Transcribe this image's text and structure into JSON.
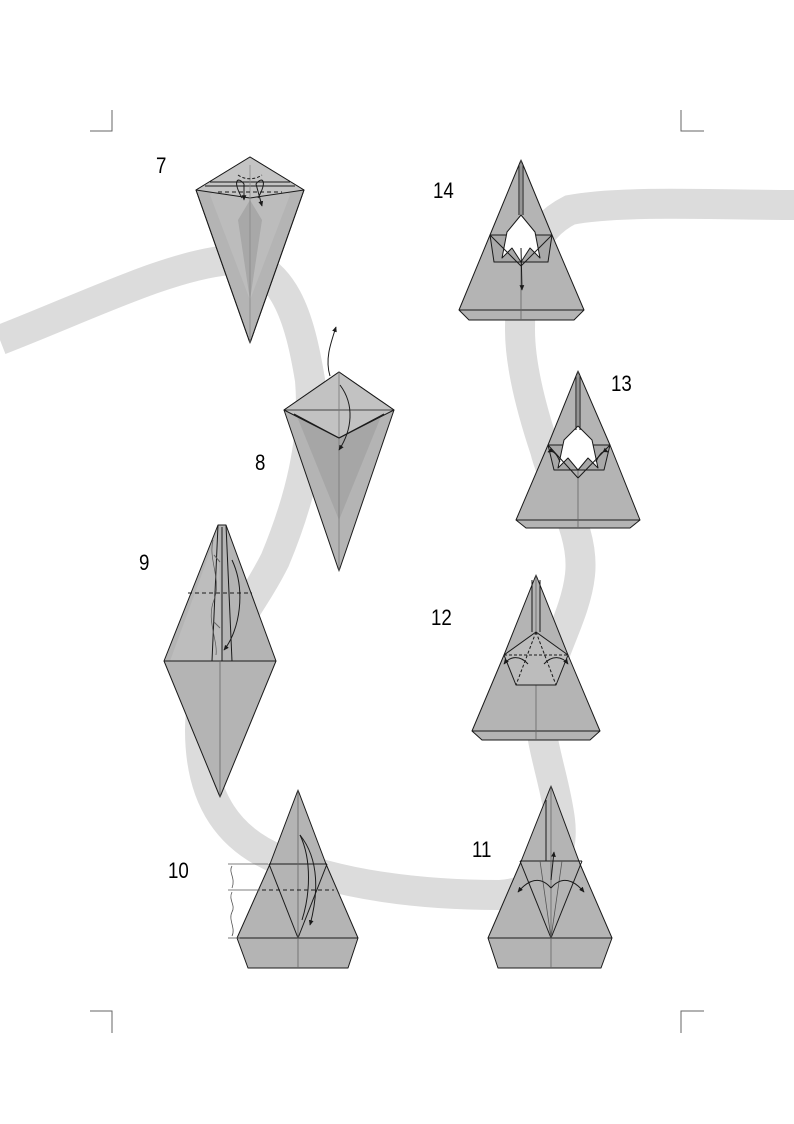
{
  "steps": [
    {
      "number": "7"
    },
    {
      "number": "8"
    },
    {
      "number": "9"
    },
    {
      "number": "10"
    },
    {
      "number": "11"
    },
    {
      "number": "12"
    },
    {
      "number": "13"
    },
    {
      "number": "14"
    }
  ],
  "colors": {
    "paper": "#b4b4b4",
    "paper_light": "#c8c8c8",
    "paper_dark": "#9a9a9a",
    "path_band": "#dcdcdc",
    "line": "#1a1a1a",
    "crop_marks": "#555555"
  }
}
